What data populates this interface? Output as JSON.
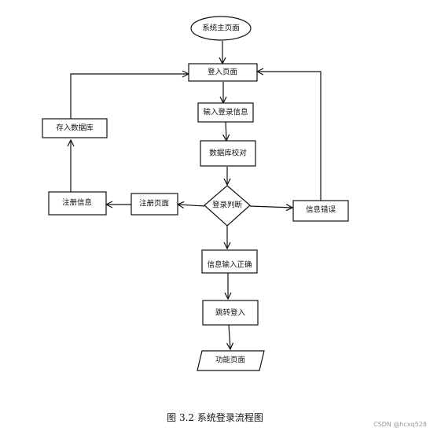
{
  "nodes": {
    "system_main_page": "系统主页面",
    "login_page": "登入页面",
    "enter_login_info": "输入登录信息",
    "database_check": "数据库校对",
    "login_decision": "登录判断",
    "register_page": "注册页面",
    "register_info": "注册信息",
    "save_to_database": "存入数据库",
    "info_error": "信息错误",
    "info_correct": "信息输入正确",
    "redirect_login": "跳转登入",
    "feature_page": "功能页面"
  },
  "caption": "图 3.2 系统登录流程图",
  "watermark": "CSDN @hcxq528"
}
